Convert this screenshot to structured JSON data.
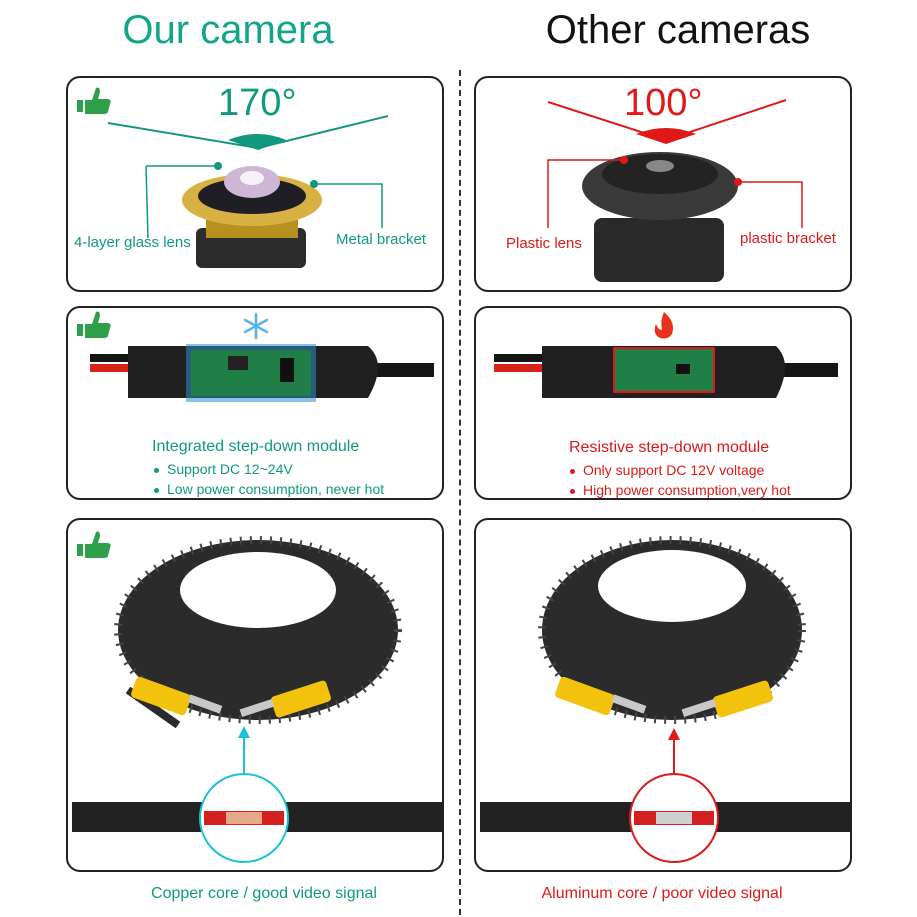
{
  "headers": {
    "left": "Our camera",
    "right": "Other cameras"
  },
  "colors": {
    "good": "#0f9a7f",
    "bad": "#e01818",
    "accent_cyan": "#1bc3d2"
  },
  "row1": {
    "left": {
      "angle": "170°",
      "lens_label": "4-layer glass lens",
      "bracket_label": "Metal bracket",
      "icon": "thumbs-up-icon"
    },
    "right": {
      "angle": "100°",
      "lens_label": "Plastic lens",
      "bracket_label": "plastic bracket"
    }
  },
  "row2": {
    "left": {
      "title": "Integrated step-down module",
      "bullets": [
        "Support DC 12~24V",
        "Low power consumption, never hot"
      ],
      "icon": "snowflake-icon"
    },
    "right": {
      "title": "Resistive step-down module",
      "bullets": [
        "Only support DC 12V voltage",
        "High power consumption,very hot"
      ],
      "icon": "flame-icon"
    }
  },
  "row3": {
    "left": {
      "caption": "Copper core / good video signal"
    },
    "right": {
      "caption": "Aluminum core / poor video signal"
    }
  }
}
